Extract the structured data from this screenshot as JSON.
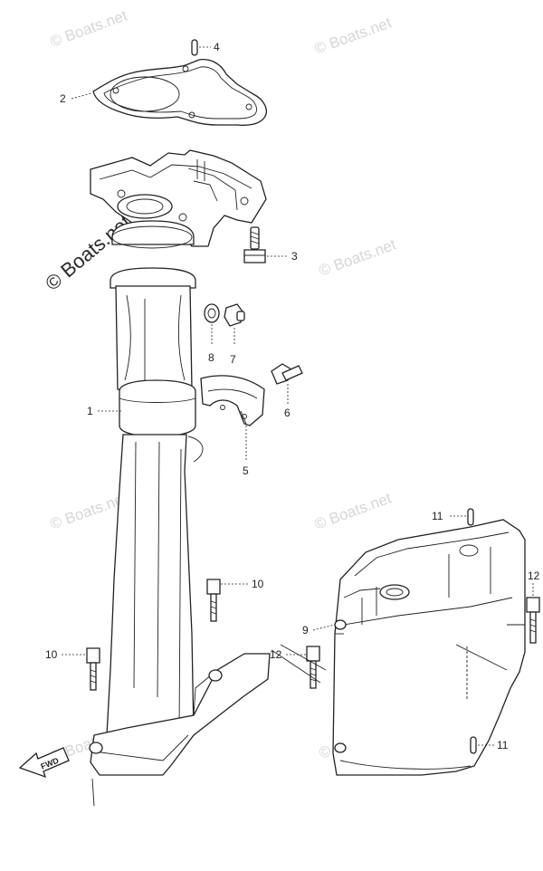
{
  "watermark": {
    "text": "© Boats.net",
    "color": "#d6d6d6",
    "prominent_color": "#2a2a2a"
  },
  "fwd_label": "FWD",
  "callouts": [
    {
      "id": "c4",
      "label": "4"
    },
    {
      "id": "c2",
      "label": "2"
    },
    {
      "id": "c3",
      "label": "3"
    },
    {
      "id": "c8",
      "label": "8"
    },
    {
      "id": "c7",
      "label": "7"
    },
    {
      "id": "c6",
      "label": "6"
    },
    {
      "id": "c1",
      "label": "1"
    },
    {
      "id": "c5",
      "label": "5"
    },
    {
      "id": "c11a",
      "label": "11"
    },
    {
      "id": "c12a",
      "label": "12"
    },
    {
      "id": "c10a",
      "label": "10"
    },
    {
      "id": "c9",
      "label": "9"
    },
    {
      "id": "c12b",
      "label": "12"
    },
    {
      "id": "c10b",
      "label": "10"
    },
    {
      "id": "c11b",
      "label": "11"
    }
  ]
}
